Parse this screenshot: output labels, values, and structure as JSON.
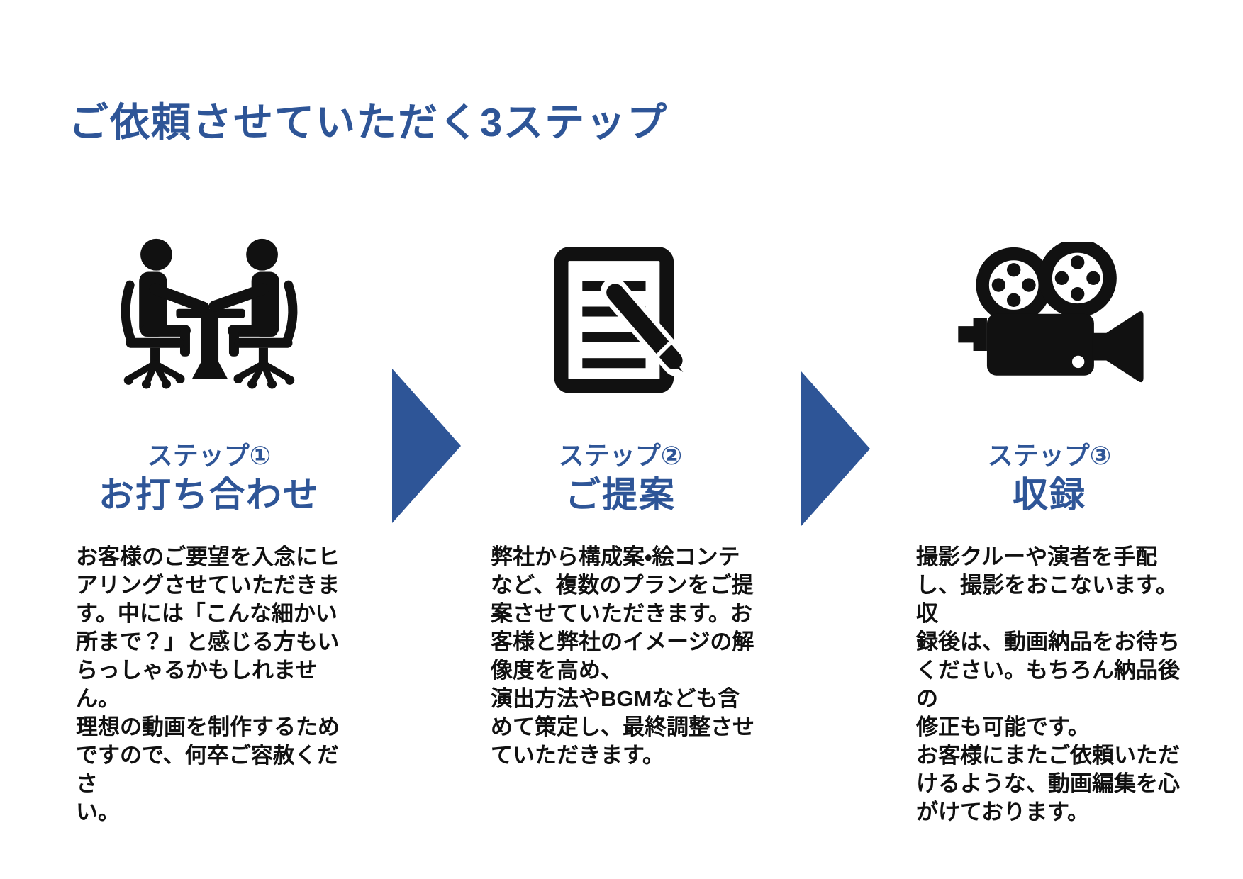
{
  "page": {
    "title": "ご依頼させていただく3ステップ",
    "background": "#ffffff",
    "accent_color": "#2e5597",
    "text_color": "#111111",
    "icon_color": "#000000"
  },
  "arrows": [
    {
      "icon": "arrow-right-icon",
      "color": "#2e5597"
    },
    {
      "icon": "arrow-right-icon",
      "color": "#2e5597"
    }
  ],
  "steps": [
    {
      "icon": "meeting-icon",
      "step_label": "ステップ①",
      "step_title": "お打ち合わせ",
      "description": "お客様のご要望を入念にヒ\nアリングさせていただきま\nす。中には「こんな細かい\n所まで？」と感じる方もい\nらっしゃるかもしれません。\n理想の動画を制作するため\nですので、何卒ご容赦くださ\nい。"
    },
    {
      "icon": "document-pen-icon",
      "step_label": "ステップ②",
      "step_title": "ご提案",
      "description": "弊社から構成案・絵コンテ\nなど、複数のプランをご提\n案させていただきます。お\n客様と弊社のイメージの解\n像度を高め、\n演出方法やBGMなども含\nめて策定し、最終調整させ\nていただきます。"
    },
    {
      "icon": "video-camera-icon",
      "step_label": "ステップ③",
      "step_title": "収録",
      "description": "撮影クルーや演者を手配\nし、撮影をおこないます。収\n録後は、動画納品をお待ち\nください。もちろん納品後の\n修正も可能です。\nお客様にまたご依頼いただ\nけるような、動画編集を心\nがけております。"
    }
  ]
}
